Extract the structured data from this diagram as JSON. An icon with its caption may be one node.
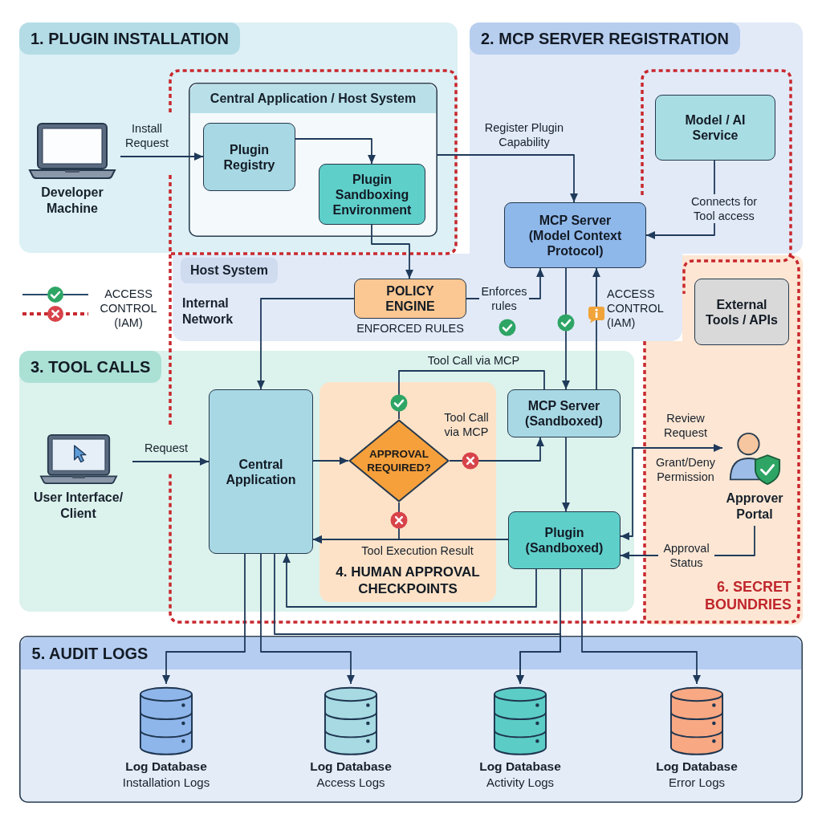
{
  "diagram": {
    "nodes": [
      {
        "text": [
          "1. PLUGIN INSTALLATION"
        ]
      },
      {
        "text": [
          "Developer Machine"
        ],
        "in": 0
      },
      {
        "text": [
          "Central Application / Host System"
        ],
        "in": 0
      },
      {
        "text": [
          "Plugin Registry"
        ],
        "in": 2
      },
      {
        "text": [
          "Plugin Sandboxing Environment"
        ],
        "in": 2
      },
      {
        "text": [
          "2. MCP SERVER REGISTRATION"
        ]
      },
      {
        "text": [
          "Model / AI Service"
        ],
        "in": 5
      },
      {
        "text": [
          "MCP Server (Model Context Protocol)"
        ]
      },
      {
        "text": [
          "Host System",
          "Internal Network"
        ]
      },
      {
        "text": [
          "POLICY ENGINE"
        ],
        "beside": [
          "ENFORCED RULES"
        ],
        "in": 8
      },
      {
        "text": [
          "6. SECRET BOUNDRIES"
        ]
      },
      {
        "text": [
          "External Tools / APIs"
        ],
        "in": 10
      },
      {
        "text": [
          "3. TOOL CALLS"
        ]
      },
      {
        "text": [
          "User Interface/ Client"
        ],
        "in": 12
      },
      {
        "text": [
          "Central Application"
        ],
        "in": 12
      },
      {
        "text": [
          "4. HUMAN APPROVAL CHECKPOINTS"
        ],
        "in": 12
      },
      {
        "text": [
          "APPROVAL REQUIRED?"
        ],
        "in": 15
      },
      {
        "text": [
          "MCP Server (Sandboxed)"
        ],
        "in": 12
      },
      {
        "text": [
          "Plugin (Sandboxed)"
        ],
        "in": 12
      },
      {
        "text": [
          "Approver Portal"
        ],
        "in": 10
      },
      {
        "text": [
          "5. AUDIT LOGS"
        ]
      },
      {
        "text": [
          "Log Database",
          "Installation Logs"
        ],
        "in": 20
      },
      {
        "text": [
          "Log Database",
          "Access Logs"
        ],
        "in": 20
      },
      {
        "text": [
          "Log Database",
          "Activity Logs"
        ],
        "in": 20
      },
      {
        "text": [
          "Log Database",
          "Error Logs"
        ],
        "in": 20
      }
    ],
    "edges": [
      {
        "from": 1,
        "to": 3,
        "arrow": "to",
        "label": "Install Request"
      },
      {
        "from": 3,
        "to": 4,
        "arrow": "to"
      },
      {
        "from": 2,
        "to": 7,
        "arrow": "to",
        "label": "Register Plugin Capability"
      },
      {
        "from": 6,
        "to": 7,
        "arrow": "to",
        "label": "Connects for Tool access"
      },
      {
        "from": 4,
        "to": 9,
        "arrow": "to"
      },
      {
        "from": 9,
        "to": 7,
        "arrow": "to",
        "label": "Enforces rules"
      },
      {
        "from": 9,
        "to": 14,
        "arrow": "to"
      },
      {
        "from": 7,
        "to": 17,
        "arrow": "to"
      },
      {
        "from": 17,
        "to": 7,
        "arrow": "to",
        "label": "ACCESS CONTROL (IAM)"
      },
      {
        "from": 13,
        "to": 14,
        "arrow": "to",
        "label": "Request"
      },
      {
        "from": 14,
        "to": 16,
        "arrow": "to"
      },
      {
        "from": 16,
        "to": 17,
        "arrow": "none",
        "label": "Tool Call via MCP"
      },
      {
        "from": 16,
        "to": 17,
        "arrow": "to",
        "label": "Tool Call via MCP"
      },
      {
        "from": 16,
        "to": 14,
        "arrow": "to"
      },
      {
        "from": 18,
        "to": 14,
        "arrow": "to",
        "label": "Tool Execution Result"
      },
      {
        "from": 17,
        "to": 18,
        "arrow": "to"
      },
      {
        "from": 18,
        "to": 14,
        "arrow": "to"
      },
      {
        "from": 18,
        "to": 19,
        "arrow": "both",
        "label": "Review Request"
      },
      {
        "from": 19,
        "to": 18,
        "arrow": "to",
        "label": "Approval Status"
      },
      {
        "from": 14,
        "to": 21,
        "arrow": "to"
      },
      {
        "from": 14,
        "to": 22,
        "arrow": "to"
      },
      {
        "from": 14,
        "to": 23,
        "arrow": "to"
      },
      {
        "from": 18,
        "to": 23,
        "arrow": "to"
      },
      {
        "from": 18,
        "to": 24,
        "arrow": "to"
      }
    ],
    "labels": [
      "Grant/Deny Permission"
    ],
    "legend": [
      {
        "text": "ACCESS CONTROL (IAM)"
      }
    ]
  }
}
